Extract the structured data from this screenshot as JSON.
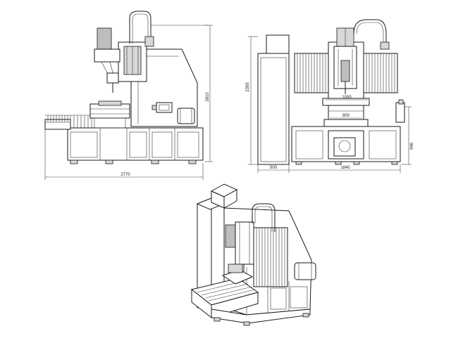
{
  "drawing": {
    "front_view": {
      "dim_height": "2610",
      "dim_width": "2770"
    },
    "side_view": {
      "dim_height": "2395",
      "dim_table_width": "1050",
      "dim_table_inner": "800",
      "dim_base_height": "946",
      "dim_cabinet_width": "500",
      "dim_base_width": "1840"
    }
  }
}
